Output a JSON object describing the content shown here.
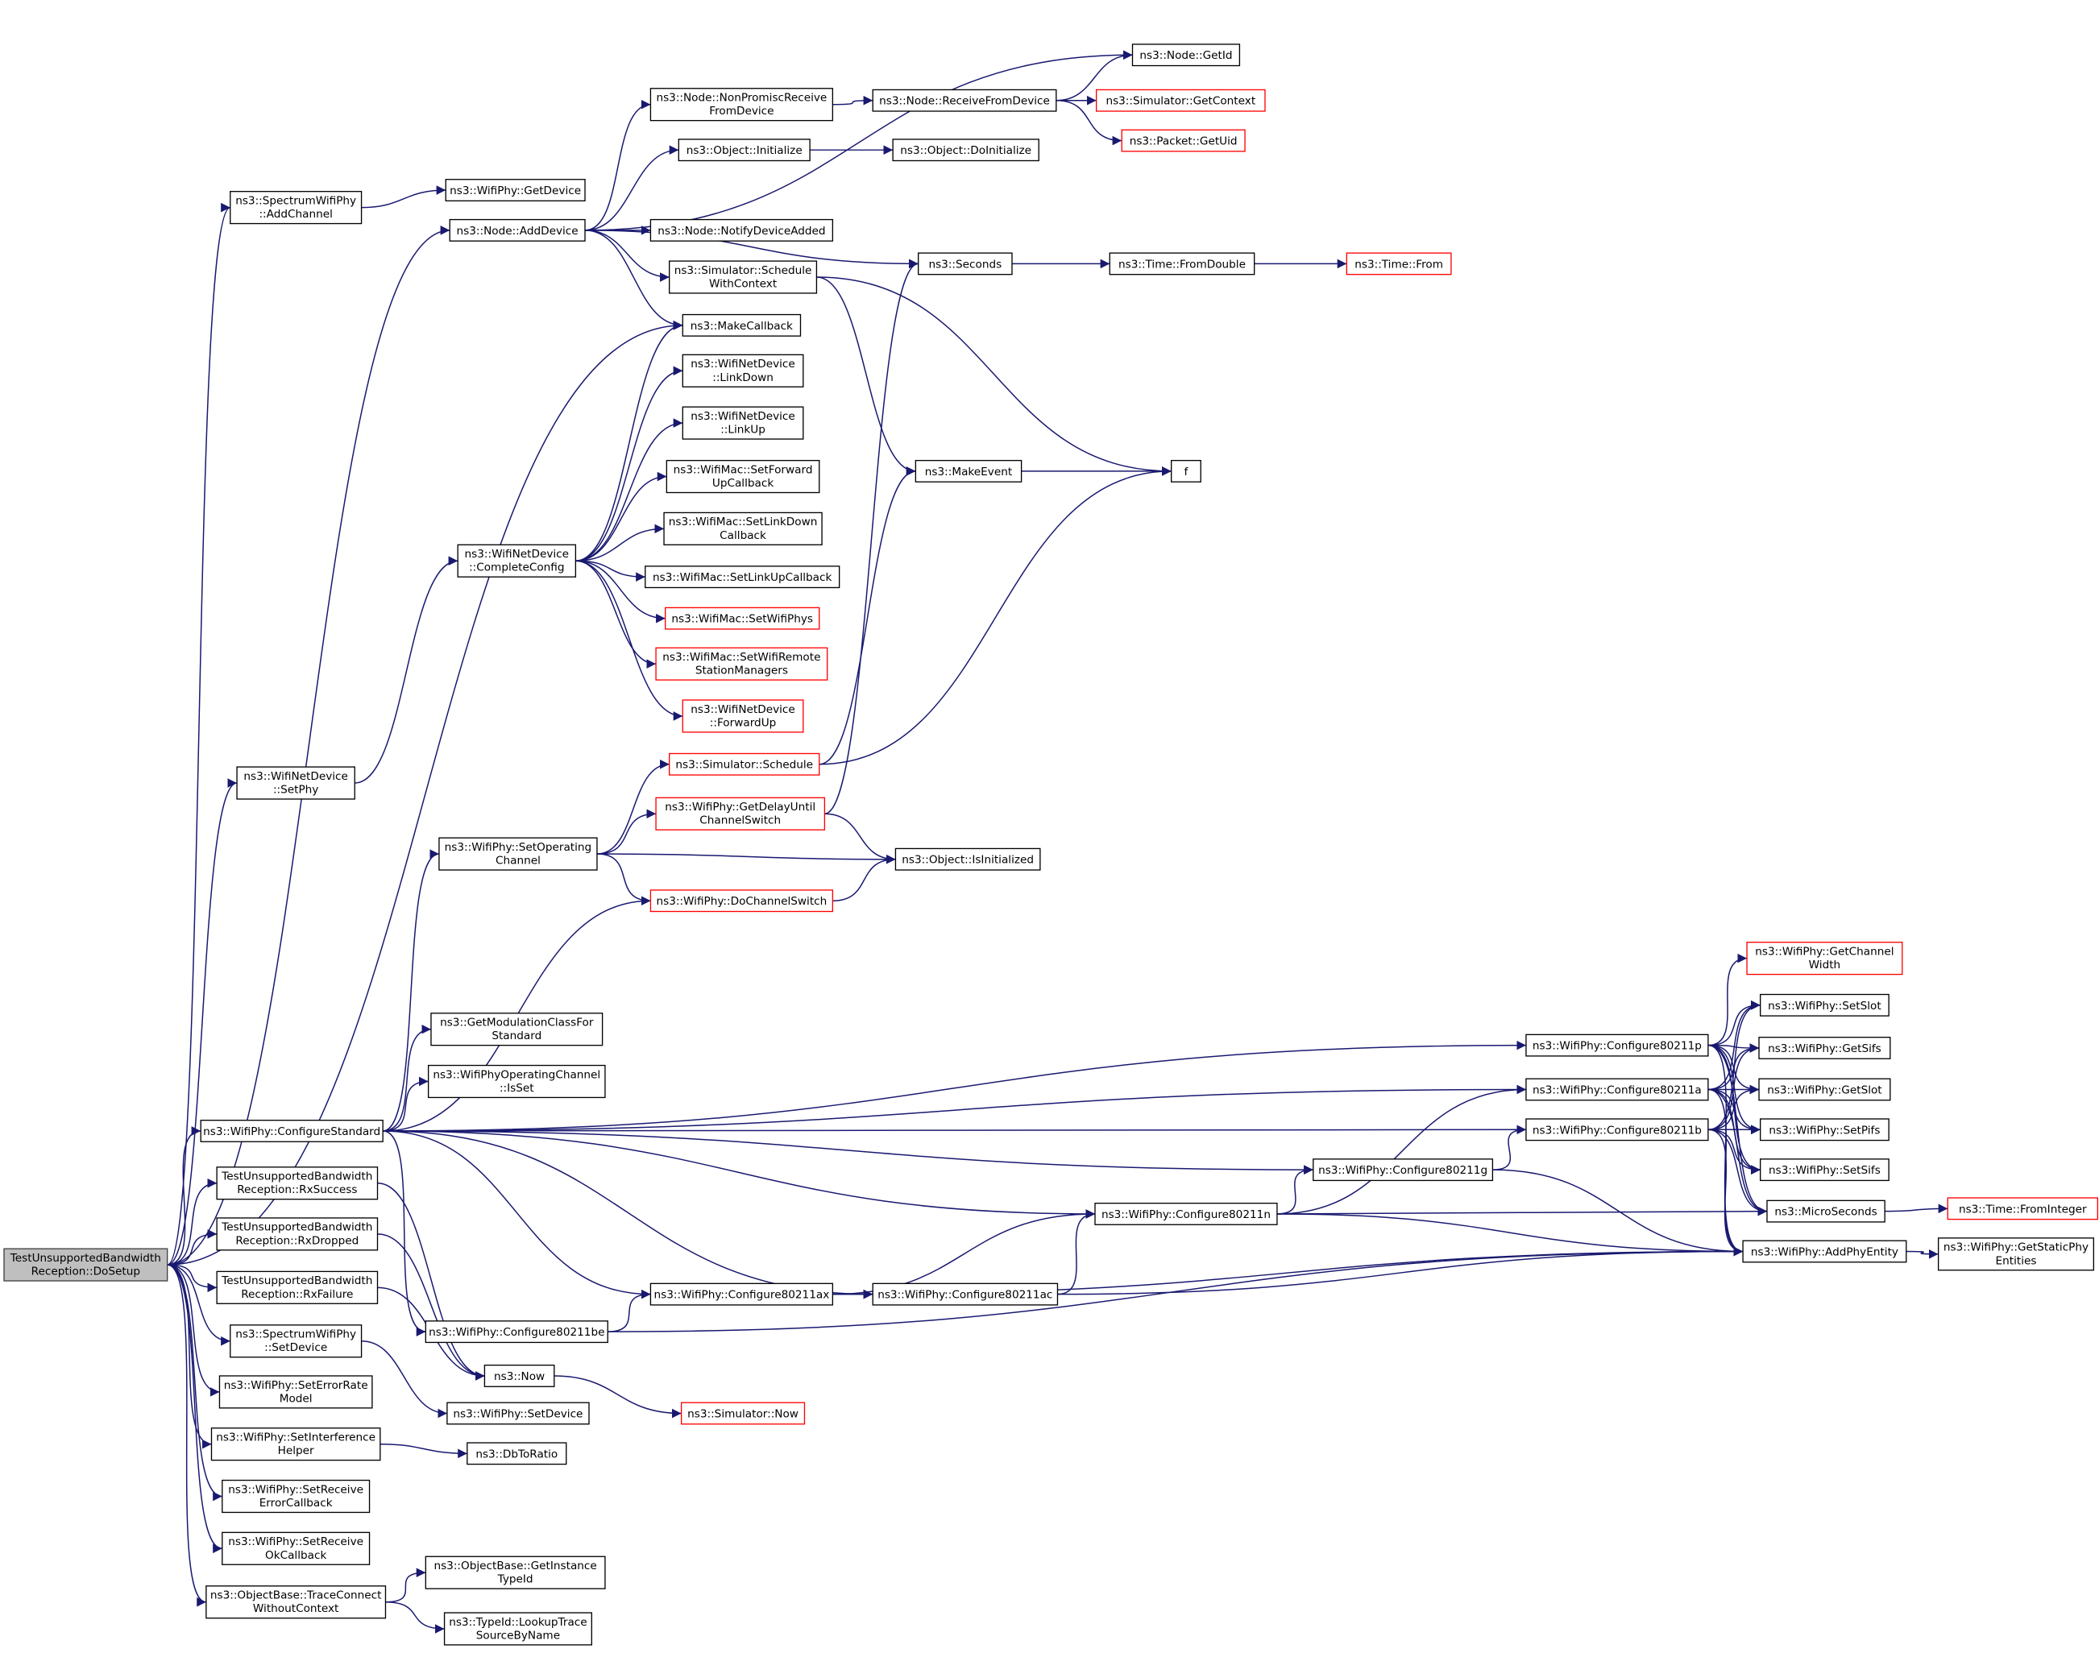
{
  "colors": {
    "edge": "#191970",
    "root_fill": "#bfbfbf",
    "external_border": "#ff0000",
    "node_border": "#000000"
  },
  "nodes": [
    {
      "id": 0,
      "lines": [
        "TestUnsupportedBandwidth",
        "Reception::DoSetup"
      ],
      "kind": "root"
    },
    {
      "id": 1,
      "lines": [
        "ns3::SpectrumWifiPhy",
        "::AddChannel"
      ]
    },
    {
      "id": 2,
      "lines": [
        "ns3::WifiPhy::GetDevice"
      ]
    },
    {
      "id": 3,
      "lines": [
        "ns3::Node::AddDevice"
      ]
    },
    {
      "id": 4,
      "lines": [
        "ns3::Node::NonPromiscReceive",
        "FromDevice"
      ]
    },
    {
      "id": 5,
      "lines": [
        "ns3::Node::ReceiveFromDevice"
      ]
    },
    {
      "id": 6,
      "lines": [
        "ns3::Node::GetId"
      ]
    },
    {
      "id": 7,
      "lines": [
        "ns3::Simulator::GetContext"
      ],
      "kind": "external"
    },
    {
      "id": 8,
      "lines": [
        "ns3::Packet::GetUid"
      ],
      "kind": "external"
    },
    {
      "id": 9,
      "lines": [
        "ns3::Object::Initialize"
      ]
    },
    {
      "id": 10,
      "lines": [
        "ns3::Object::DoInitialize"
      ]
    },
    {
      "id": 11,
      "lines": [
        "ns3::Node::NotifyDeviceAdded"
      ]
    },
    {
      "id": 12,
      "lines": [
        "ns3::Simulator::Schedule",
        "WithContext"
      ]
    },
    {
      "id": 13,
      "lines": [
        "ns3::Seconds"
      ]
    },
    {
      "id": 14,
      "lines": [
        "ns3::Time::FromDouble"
      ]
    },
    {
      "id": 15,
      "lines": [
        "ns3::Time::From"
      ],
      "kind": "external"
    },
    {
      "id": 16,
      "lines": [
        "ns3::MakeCallback"
      ]
    },
    {
      "id": 17,
      "lines": [
        "ns3::WifiNetDevice",
        "::LinkDown"
      ]
    },
    {
      "id": 18,
      "lines": [
        "ns3::WifiNetDevice",
        "::LinkUp"
      ]
    },
    {
      "id": 19,
      "lines": [
        "ns3::WifiMac::SetForward",
        "UpCallback"
      ]
    },
    {
      "id": 20,
      "lines": [
        "ns3::WifiMac::SetLinkDown",
        "Callback"
      ]
    },
    {
      "id": 21,
      "lines": [
        "ns3::WifiMac::SetLinkUpCallback"
      ]
    },
    {
      "id": 22,
      "lines": [
        "ns3::WifiMac::SetWifiPhys"
      ],
      "kind": "external"
    },
    {
      "id": 23,
      "lines": [
        "ns3::WifiMac::SetWifiRemote",
        "StationManagers"
      ],
      "kind": "external"
    },
    {
      "id": 24,
      "lines": [
        "ns3::WifiNetDevice",
        "::ForwardUp"
      ],
      "kind": "external"
    },
    {
      "id": 25,
      "lines": [
        "ns3::WifiNetDevice",
        "::CompleteConfig"
      ]
    },
    {
      "id": 26,
      "lines": [
        "ns3::MakeEvent"
      ]
    },
    {
      "id": 27,
      "lines": [
        "f"
      ]
    },
    {
      "id": 28,
      "lines": [
        "ns3::WifiNetDevice",
        "::SetPhy"
      ]
    },
    {
      "id": 29,
      "lines": [
        "ns3::Simulator::Schedule"
      ],
      "kind": "external"
    },
    {
      "id": 30,
      "lines": [
        "ns3::WifiPhy::GetDelayUntil",
        "ChannelSwitch"
      ],
      "kind": "external"
    },
    {
      "id": 31,
      "lines": [
        "ns3::Object::IsInitialized"
      ]
    },
    {
      "id": 32,
      "lines": [
        "ns3::WifiPhy::SetOperating",
        "Channel"
      ]
    },
    {
      "id": 33,
      "lines": [
        "ns3::WifiPhy::DoChannelSwitch"
      ],
      "kind": "external"
    },
    {
      "id": 34,
      "lines": [
        "ns3::GetModulationClassFor",
        "Standard"
      ]
    },
    {
      "id": 35,
      "lines": [
        "ns3::WifiPhyOperatingChannel",
        "::IsSet"
      ]
    },
    {
      "id": 36,
      "lines": [
        "ns3::WifiPhy::ConfigureStandard"
      ]
    },
    {
      "id": 37,
      "lines": [
        "TestUnsupportedBandwidth",
        "Reception::RxSuccess"
      ]
    },
    {
      "id": 38,
      "lines": [
        "TestUnsupportedBandwidth",
        "Reception::RxDropped"
      ]
    },
    {
      "id": 39,
      "lines": [
        "TestUnsupportedBandwidth",
        "Reception::RxFailure"
      ]
    },
    {
      "id": 40,
      "lines": [
        "ns3::SpectrumWifiPhy",
        "::SetDevice"
      ]
    },
    {
      "id": 41,
      "lines": [
        "ns3::WifiPhy::SetErrorRate",
        "Model"
      ]
    },
    {
      "id": 42,
      "lines": [
        "ns3::WifiPhy::SetInterference",
        "Helper"
      ]
    },
    {
      "id": 43,
      "lines": [
        "ns3::WifiPhy::SetReceive",
        "ErrorCallback"
      ]
    },
    {
      "id": 44,
      "lines": [
        "ns3::WifiPhy::SetReceive",
        "OkCallback"
      ]
    },
    {
      "id": 45,
      "lines": [
        "ns3::ObjectBase::TraceConnect",
        "WithoutContext"
      ]
    },
    {
      "id": 46,
      "lines": [
        "ns3::ObjectBase::GetInstance",
        "TypeId"
      ]
    },
    {
      "id": 47,
      "lines": [
        "ns3::TypeId::LookupTrace",
        "SourceByName"
      ]
    },
    {
      "id": 48,
      "lines": [
        "ns3::WifiPhy::SetDevice"
      ]
    },
    {
      "id": 49,
      "lines": [
        "ns3::DbToRatio"
      ]
    },
    {
      "id": 50,
      "lines": [
        "ns3::Now"
      ]
    },
    {
      "id": 51,
      "lines": [
        "ns3::Simulator::Now"
      ],
      "kind": "external"
    },
    {
      "id": 52,
      "lines": [
        "ns3::WifiPhy::Configure80211be"
      ]
    },
    {
      "id": 53,
      "lines": [
        "ns3::WifiPhy::Configure80211ax"
      ]
    },
    {
      "id": 54,
      "lines": [
        "ns3::WifiPhy::Configure80211ac"
      ]
    },
    {
      "id": 55,
      "lines": [
        "ns3::WifiPhy::Configure80211n"
      ]
    },
    {
      "id": 56,
      "lines": [
        "ns3::WifiPhy::Configure80211g"
      ]
    },
    {
      "id": 57,
      "lines": [
        "ns3::WifiPhy::Configure80211p"
      ]
    },
    {
      "id": 58,
      "lines": [
        "ns3::WifiPhy::Configure80211a"
      ]
    },
    {
      "id": 59,
      "lines": [
        "ns3::WifiPhy::Configure80211b"
      ]
    },
    {
      "id": 60,
      "lines": [
        "ns3::WifiPhy::GetChannel",
        "Width"
      ],
      "kind": "external"
    },
    {
      "id": 61,
      "lines": [
        "ns3::WifiPhy::SetSlot"
      ]
    },
    {
      "id": 62,
      "lines": [
        "ns3::WifiPhy::GetSifs"
      ]
    },
    {
      "id": 63,
      "lines": [
        "ns3::WifiPhy::GetSlot"
      ]
    },
    {
      "id": 64,
      "lines": [
        "ns3::WifiPhy::SetPifs"
      ]
    },
    {
      "id": 65,
      "lines": [
        "ns3::WifiPhy::SetSifs"
      ]
    },
    {
      "id": 66,
      "lines": [
        "ns3::MicroSeconds"
      ]
    },
    {
      "id": 67,
      "lines": [
        "ns3::Time::FromInteger"
      ],
      "kind": "external"
    },
    {
      "id": 68,
      "lines": [
        "ns3::WifiPhy::AddPhyEntity"
      ]
    },
    {
      "id": 69,
      "lines": [
        "ns3::WifiPhy::GetStaticPhy",
        "Entities"
      ]
    }
  ],
  "edges": [
    [
      0,
      1
    ],
    [
      0,
      3
    ],
    [
      0,
      16
    ],
    [
      0,
      28
    ],
    [
      0,
      36
    ],
    [
      0,
      37
    ],
    [
      0,
      38
    ],
    [
      0,
      39
    ],
    [
      0,
      40
    ],
    [
      0,
      41
    ],
    [
      0,
      42
    ],
    [
      0,
      43
    ],
    [
      0,
      44
    ],
    [
      0,
      45
    ],
    [
      1,
      2
    ],
    [
      3,
      4
    ],
    [
      3,
      9
    ],
    [
      3,
      11
    ],
    [
      3,
      12
    ],
    [
      3,
      13
    ],
    [
      3,
      16
    ],
    [
      3,
      6
    ],
    [
      4,
      5
    ],
    [
      5,
      6
    ],
    [
      5,
      7
    ],
    [
      5,
      8
    ],
    [
      9,
      10
    ],
    [
      12,
      26
    ],
    [
      12,
      27
    ],
    [
      13,
      14
    ],
    [
      14,
      15
    ],
    [
      25,
      16
    ],
    [
      25,
      17
    ],
    [
      25,
      18
    ],
    [
      25,
      19
    ],
    [
      25,
      20
    ],
    [
      25,
      21
    ],
    [
      25,
      22
    ],
    [
      25,
      23
    ],
    [
      25,
      24
    ],
    [
      28,
      25
    ],
    [
      26,
      27
    ],
    [
      29,
      26
    ],
    [
      29,
      27
    ],
    [
      30,
      13
    ],
    [
      30,
      31
    ],
    [
      32,
      29
    ],
    [
      32,
      30
    ],
    [
      32,
      31
    ],
    [
      32,
      33
    ],
    [
      33,
      31
    ],
    [
      36,
      32
    ],
    [
      36,
      33
    ],
    [
      36,
      34
    ],
    [
      36,
      35
    ],
    [
      36,
      57
    ],
    [
      36,
      58
    ],
    [
      36,
      59
    ],
    [
      36,
      56
    ],
    [
      36,
      55
    ],
    [
      36,
      53
    ],
    [
      36,
      54
    ],
    [
      36,
      52
    ],
    [
      37,
      50
    ],
    [
      38,
      50
    ],
    [
      39,
      50
    ],
    [
      40,
      48
    ],
    [
      42,
      49
    ],
    [
      45,
      46
    ],
    [
      45,
      47
    ],
    [
      50,
      51
    ],
    [
      52,
      53
    ],
    [
      52,
      68
    ],
    [
      53,
      55
    ],
    [
      53,
      54
    ],
    [
      53,
      68
    ],
    [
      54,
      55
    ],
    [
      54,
      68
    ],
    [
      55,
      56
    ],
    [
      55,
      58
    ],
    [
      55,
      66
    ],
    [
      55,
      68
    ],
    [
      56,
      59
    ],
    [
      56,
      68
    ],
    [
      57,
      60
    ],
    [
      57,
      61
    ],
    [
      57,
      62
    ],
    [
      57,
      63
    ],
    [
      57,
      64
    ],
    [
      57,
      65
    ],
    [
      57,
      66
    ],
    [
      57,
      68
    ],
    [
      58,
      61
    ],
    [
      58,
      62
    ],
    [
      58,
      63
    ],
    [
      58,
      64
    ],
    [
      58,
      65
    ],
    [
      58,
      66
    ],
    [
      58,
      68
    ],
    [
      59,
      61
    ],
    [
      59,
      62
    ],
    [
      59,
      63
    ],
    [
      59,
      64
    ],
    [
      59,
      65
    ],
    [
      59,
      66
    ],
    [
      59,
      68
    ],
    [
      66,
      67
    ],
    [
      68,
      69
    ]
  ]
}
